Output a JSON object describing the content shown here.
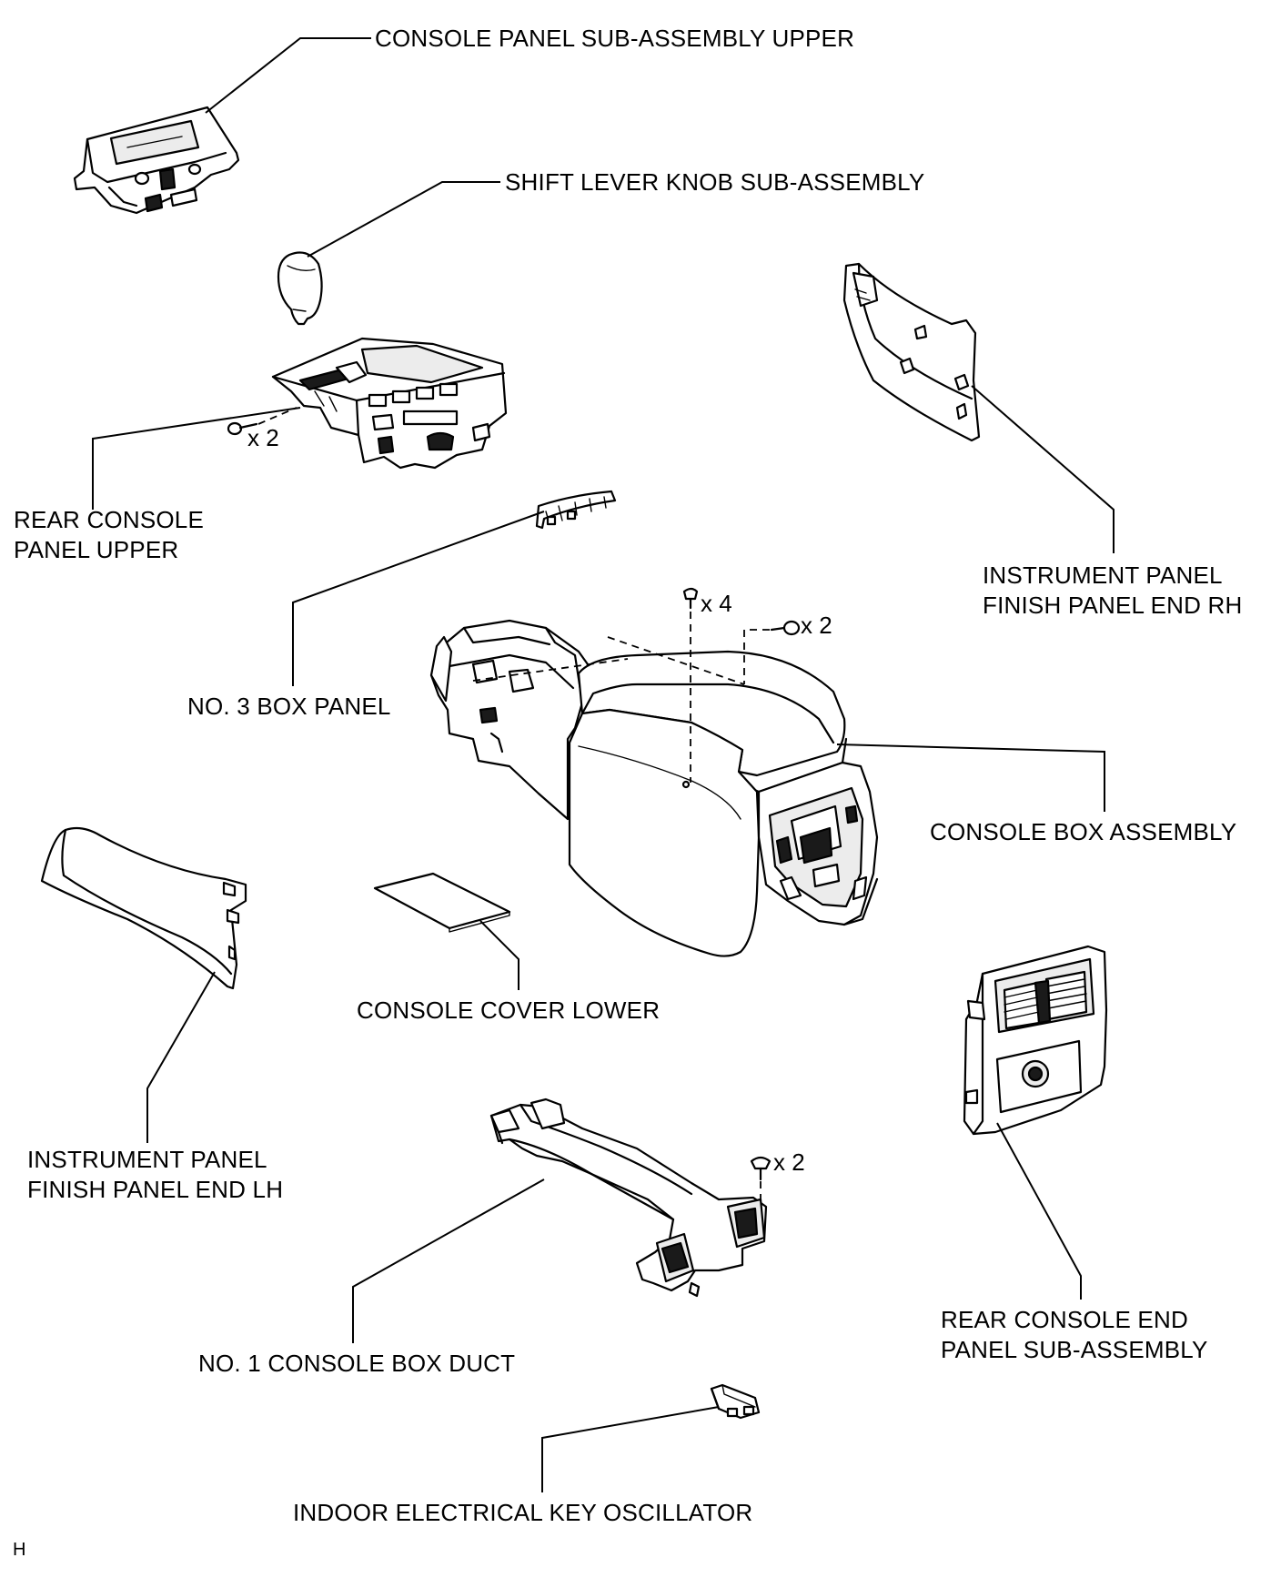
{
  "labels": {
    "console_panel_upper": "CONSOLE PANEL SUB-ASSEMBLY UPPER",
    "shift_knob": "SHIFT LEVER KNOB SUB-ASSEMBLY",
    "rear_console_panel_upper": [
      "REAR CONSOLE",
      "PANEL UPPER"
    ],
    "finish_panel_rh": [
      "INSTRUMENT PANEL",
      "FINISH PANEL END RH"
    ],
    "no3_box_panel": "NO. 3 BOX PANEL",
    "console_box_assembly": "CONSOLE BOX ASSEMBLY",
    "console_cover_lower": "CONSOLE COVER LOWER",
    "finish_panel_lh": [
      "INSTRUMENT PANEL",
      "FINISH PANEL END LH"
    ],
    "no1_duct": "NO. 1 CONSOLE BOX DUCT",
    "rear_console_end_panel": [
      "REAR CONSOLE END",
      "PANEL SUB-ASSEMBLY"
    ],
    "key_oscillator": "INDOOR ELECTRICAL KEY OSCILLATOR"
  },
  "quantities": {
    "rear_console_screws": "x 2",
    "console_box_clips_top": "x 4",
    "console_box_screws": "x 2",
    "duct_clips": "x 2"
  },
  "corner_code": "H"
}
